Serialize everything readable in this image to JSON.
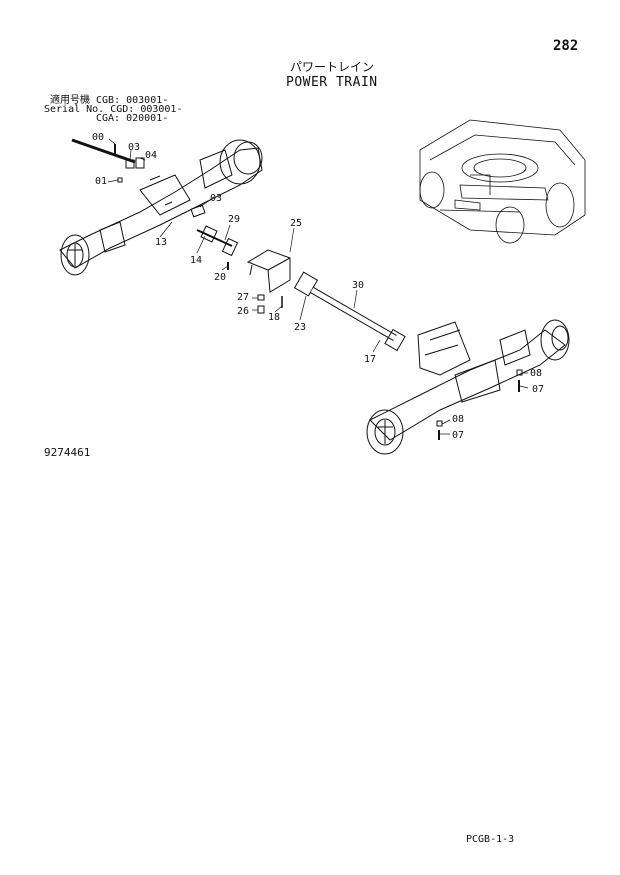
{
  "header": {
    "page_number": "282",
    "title_jp": "パワートレイン",
    "title_en": "POWER TRAIN"
  },
  "serial_block": {
    "line1": "適用号機 CGB: 003001-",
    "line2": "Serial No. CGD: 003001-",
    "line3": "CGA: 020001-"
  },
  "drawing_number": "9274461",
  "footer": {
    "page_code": "PCGB-1-3"
  },
  "callouts": {
    "c00": "00",
    "c03a": "03",
    "c04": "04",
    "c01": "01",
    "c03b": "03",
    "c29": "29",
    "c13": "13",
    "c14": "14",
    "c20": "20",
    "c25": "25",
    "c27": "27",
    "c26": "26",
    "c18": "18",
    "c23": "23",
    "c30": "30",
    "c17": "17",
    "c08a": "08",
    "c07a": "07",
    "c08b": "08",
    "c07b": "07"
  },
  "colors": {
    "line": "#111111",
    "background": "#ffffff"
  }
}
